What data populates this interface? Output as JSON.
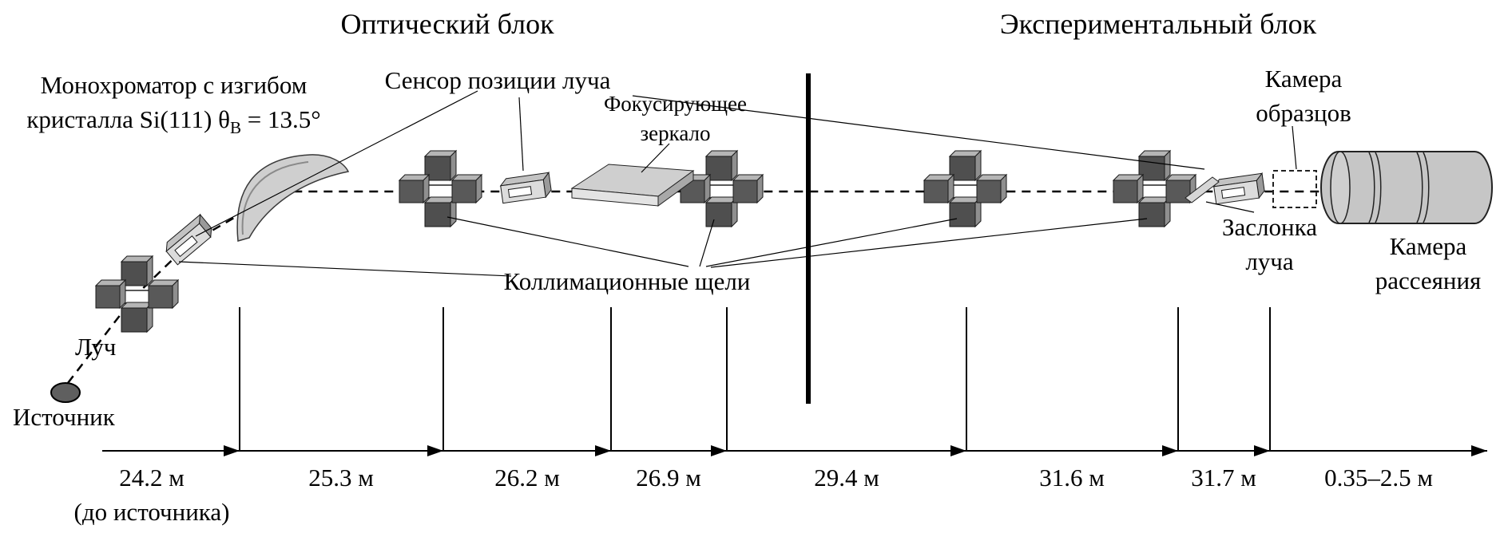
{
  "titles": {
    "optical_block": "Оптический блок",
    "experimental_block": "Экспериментальный блок"
  },
  "labels": {
    "monochromator": {
      "line1": "Монохроматор с изгибом",
      "line2_prefix": "кристалла Si(111) θ",
      "line2_sub": "B",
      "line2_suffix": " = 13.5°"
    },
    "beam_position_sensor": "Сенсор позиции луча",
    "focusing_mirror": {
      "line1": "Фокусирующее",
      "line2": "зеркало"
    },
    "sample_chamber": {
      "line1": "Камера",
      "line2": "образцов"
    },
    "collimation_slits": "Коллимационные щели",
    "beam_shutter": {
      "line1": "Заслонка",
      "line2": "луча"
    },
    "scattering_chamber": {
      "line1": "Камера",
      "line2": "рассеяния"
    },
    "beam": "Луч",
    "source": "Источник"
  },
  "ruler": {
    "segments": [
      {
        "label": "24.2 м",
        "sublabel": "(до источника)"
      },
      {
        "label": "25.3 м",
        "sublabel": ""
      },
      {
        "label": "26.2 м",
        "sublabel": ""
      },
      {
        "label": "26.9 м",
        "sublabel": ""
      },
      {
        "label": "29.4 м",
        "sublabel": ""
      },
      {
        "label": "31.6 м",
        "sublabel": ""
      },
      {
        "label": "31.7 м",
        "sublabel": ""
      },
      {
        "label": "0.35–2.5 м",
        "sublabel": ""
      }
    ]
  },
  "icons": {
    "source": "filled-ellipse",
    "beam_path": "dashed-line",
    "collimation_slit": "cross-of-four-3d-blocks",
    "beam_position_sensor": "small-3d-box-with-slot",
    "bent_crystal_monochromator": "curved-gray-plate",
    "focusing_mirror": "flat-parallelogram-plate",
    "beam_shutter": "tilted-thin-plate",
    "sample_chamber": "dashed-outline-box",
    "scattering_chamber": "horizontal-cylinder-with-flanges"
  },
  "colors": {
    "background": "#ffffff",
    "line": "#000000",
    "component_dark": "#4f4f4f",
    "component_mid": "#9a9a9a",
    "component_light": "#cfcfcf"
  }
}
